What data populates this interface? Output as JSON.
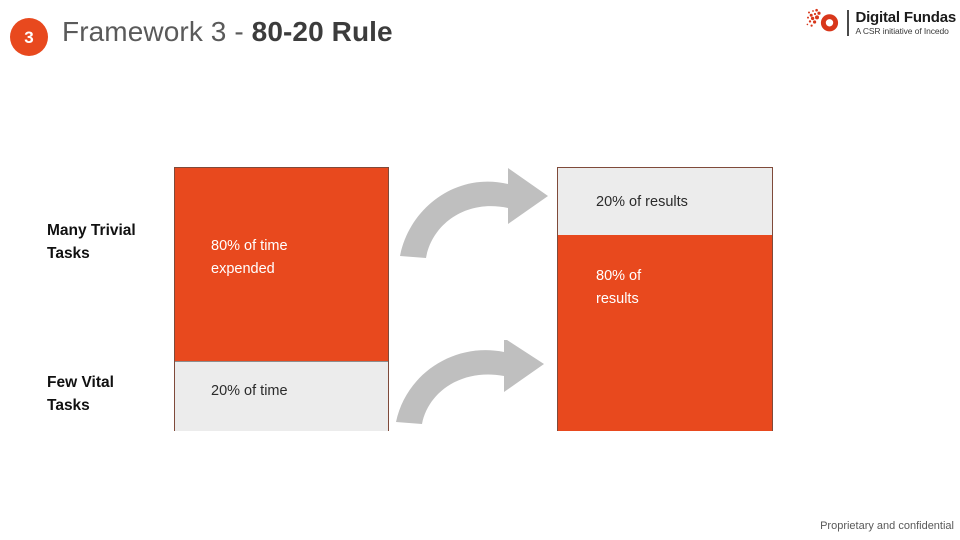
{
  "header": {
    "slide_number": "3",
    "title_regular": "Framework 3 - ",
    "title_strong": "80-20 Rule",
    "badge_color": "#E8491E"
  },
  "logo": {
    "name": "Digital Fundas",
    "tagline": "A CSR initiative of Incedo",
    "mark_color": "#D8371B"
  },
  "diagram": {
    "labels": {
      "many_trivial": "Many Trivial\nTasks",
      "few_vital": "Few Vital\nTasks"
    },
    "left_bar": {
      "top_segment": {
        "text": "80% of time\nexpended",
        "color": "#E8491E",
        "percent": 80
      },
      "bottom_segment": {
        "text": "20% of time",
        "color": "#ECECEC",
        "percent": 20
      }
    },
    "right_bar": {
      "top_segment": {
        "text": "20% of results",
        "color": "#ECECEC",
        "percent": 20
      },
      "bottom_segment": {
        "text": "80% of\nresults",
        "color": "#E8491E",
        "percent": 80
      }
    },
    "arrows": {
      "top_label": "curved-arrow-trivial-to-results",
      "bottom_label": "curved-arrow-vital-to-results",
      "color": "#BFBFBF"
    }
  },
  "footer": {
    "note": "Proprietary and confidential"
  }
}
